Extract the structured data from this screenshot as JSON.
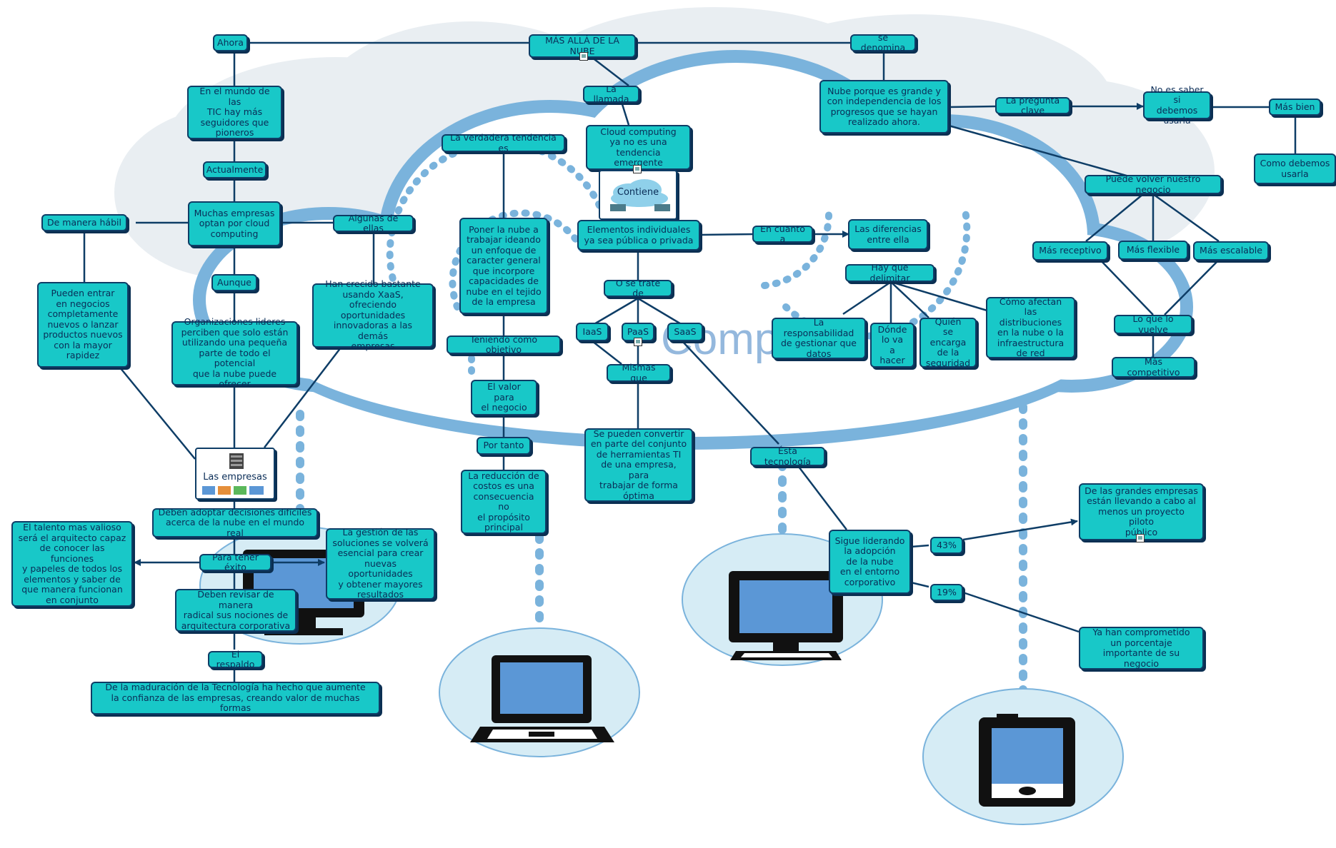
{
  "title": "MÁS ALLÁ DE LA NUBE",
  "background_word": "Comp",
  "colors": {
    "node_fill": "#18c8c8",
    "node_border": "#0e3d66",
    "line": "#0e3d66",
    "cloud_outline": "#7ab3dc",
    "device_circle": "#d6ecf5"
  },
  "nodes": {
    "ahora": "Ahora",
    "title": "MÁS ALLÁ DE LA NUBE",
    "se_denomina": "se denomina",
    "mundo_tic": "En el mundo de las\nTIC hay más\nseguidores que\npioneros",
    "la_llamada": "La llamada",
    "nube_porque": "Nube porque es grande y\ncon independencia de los\nprogresos que se hayan\nrealizado ahora.",
    "pregunta_clave": "La pregunta clave",
    "no_es_saber": "No es saber si\ndebemos usarla",
    "mas_bien": "Más bien",
    "como_debemos": "Como debemos\nusarla",
    "actualmente": "Actualmente",
    "verdadera_tendencia": "La verdadera tendencia es",
    "cloud_computing": "Cloud computing\nya no es una\ntendencia emergente",
    "puede_volver": "Puede volver nuestro negocio",
    "de_manera_habil": "De manera hábil",
    "muchas_empresas": "Muchas empresas\noptan por cloud\ncomputing",
    "algunas_de_ellas": "Algunas de ellas",
    "poner_la_nube": "Poner la nube a\ntrabajar ideando\nun enfoque de\ncaracter general\nque incorpore\ncapacidades de\nnube en el tejido\nde la empresa",
    "elementos_individuales": "Elementos individuales\nya sea pública o privada",
    "en_cuanto_a": "En cuanto a",
    "las_diferencias": "Las diferencias\nentre ella",
    "mas_receptivo": "Más receptivo",
    "mas_flexible": "Más flexible",
    "mas_escalable": "Más escalable",
    "hay_que_delimitar": "Hay que delimitar",
    "aunque": "Aunque",
    "pueden_entrar": "Pueden entrar\nen negocios\ncompletamente\nnuevos o lanzar\nproductos nuevos\ncon la mayor\nrapidez",
    "han_crecido": "Han crecido bastante\nusando XaaS, ofreciendo\noportunidades\ninnovadoras a las demás\nempresas",
    "o_se_trate_de": "O se trate de",
    "organizaciones": "Organizaciones lideres\nperciben que solo están\nutilizando una pequeña\nparte de todo el potencial\nque la nube puede ofrecer",
    "iaas": "IaaS",
    "paas": "PaaS",
    "saas": "SaaS",
    "responsabilidad": "La responsabilidad\nde gestionar que\ndatos",
    "donde_va": "Dónde\nlo va\na hacer",
    "quien_encarga": "Quién\nse encarga\nde la\nseguridad",
    "como_afectan": "Cómo afectan\nlas distribuciones\nen la nube o la\ninfraestructura\nde red",
    "lo_que_lo_vuelve": "Lo que lo vuelve",
    "teniendo_como_objetivo": "Teniendo como objetivo",
    "mismas_que": "Mismas que",
    "mas_competitivo": "Más competitivo",
    "el_valor": "El valor para\nel negocio",
    "por_tanto": "Por tanto",
    "se_pueden_convertir": "Se pueden convertir\nen parte del conjunto\nde herramientas TI\nde una empresa, para\ntrabajar de forma\nóptima",
    "esta_tecnologia": "Ésta tecnología",
    "la_reduccion": "La reducción de\ncostos es una\nconsecuencia no\nel propósito\nprincipal",
    "deben_adoptar": "Deben adoptar decisiones difíciles\nacerca de la nube en el mundo real",
    "el_talento": "El talento mas valioso\nserá el arquitecto capaz\nde conocer las funciones\ny papeles de todos los\nelementos y saber de\nque manera funcionan\nen conjunto",
    "la_gestion": "La gestión de las\nsoluciones se volverá\nesencial para crear\nnuevas oportunidades\ny obtener mayores\nresultados",
    "para_tener_exito": "Para tener éxito",
    "deben_revisar": "Deben revisar de manera\nradical sus nociones de\narquitectura corporativa",
    "el_respaldo": "El respaldo",
    "de_la_maduracion": "De la maduración de la Tecnología ha hecho que aumente\nla confianza de las empresas, creando valor de muchas formas",
    "sigue_liderando": "Sigue liderando\nla adopción\nde la nube\nen el entorno\ncorporativo",
    "pct_43": "43%",
    "pct_19": "19%",
    "grandes_empresas": "De las grandes empresas\nestán llevando a cabo al\nmenos un proyecto piloto\npúblico",
    "ya_han": "Ya han comprometido\nun porcentaje\nimportante de su negocio"
  },
  "images": {
    "las_empresas": "Las empresas",
    "contiene": "Contiene"
  },
  "icons": [
    "server-stack-icon",
    "computer-monitor-icon",
    "laptop-icon",
    "tablet-icon",
    "cloud-icon",
    "picture-icon"
  ]
}
